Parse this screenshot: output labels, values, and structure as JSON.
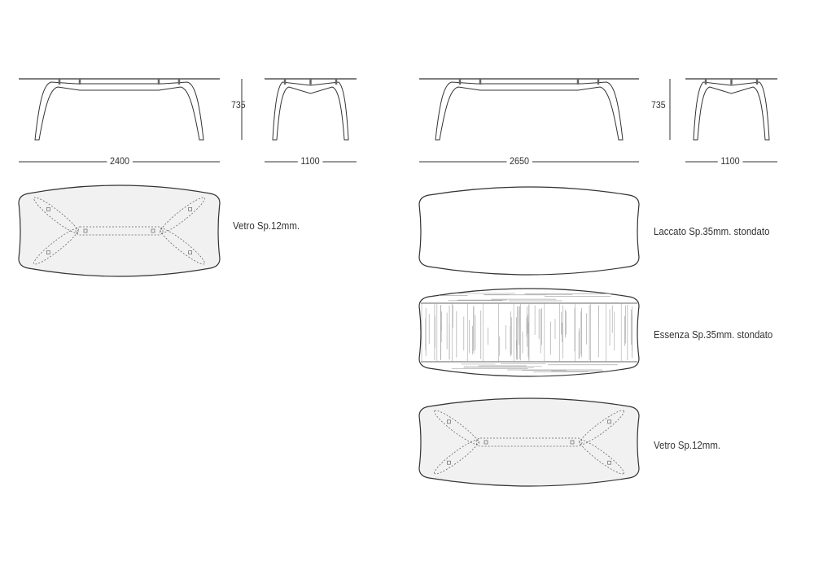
{
  "left_table": {
    "length_label": "2400",
    "width_label": "1100",
    "height_label": "735",
    "tops": [
      {
        "finish": "Vetro Sp.12mm.",
        "type": "glass"
      }
    ]
  },
  "right_table": {
    "length_label": "2650",
    "width_label": "1100",
    "height_label": "735",
    "tops": [
      {
        "finish": "Laccato Sp.35mm. stondato",
        "type": "lacquer"
      },
      {
        "finish": "Essenza Sp.35mm. stondato",
        "type": "wood"
      },
      {
        "finish": "Vetro Sp.12mm.",
        "type": "glass"
      }
    ]
  },
  "colors": {
    "line": "#333333",
    "glass_fill": "#f1f1f1",
    "grain": "#aaaaaa"
  }
}
